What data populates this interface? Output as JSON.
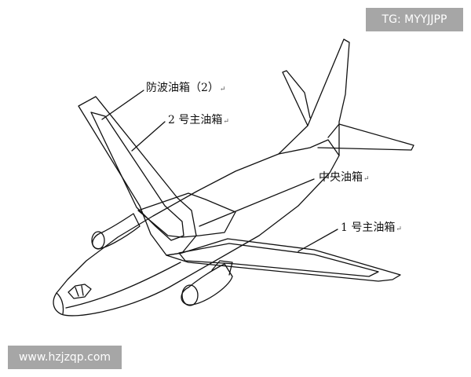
{
  "labels": {
    "wave_tank": "防波油箱（2）",
    "main_tank_2": "2 号主油箱",
    "center_tank": "中央油箱",
    "main_tank_1": "1 号主油箱"
  },
  "paragraph_mark": "↵",
  "watermarks": {
    "telegram": "TG: MYYJJPP",
    "website": "www.hzjzqp.com"
  },
  "colors": {
    "line": "#111111",
    "watermark_bg": "#969696",
    "watermark_text": "#ffffff"
  }
}
